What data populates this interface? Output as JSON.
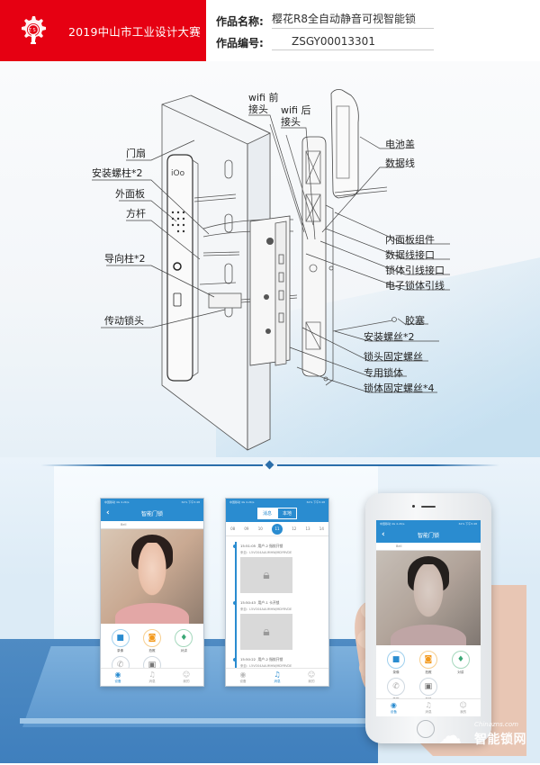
{
  "header": {
    "brand_color": "#e60012",
    "logo_icon": "gear-lightbulb-icon",
    "competition_title": "2019中山市工业设计大赛",
    "work_name_label": "作品名称:",
    "work_name_value": "樱花R8全自动静音可视智能锁",
    "work_id_label": "作品编号:",
    "work_id_value": "ZSGY00013301"
  },
  "diagram": {
    "callouts_left": [
      {
        "id": "door-leaf",
        "label": "门扇"
      },
      {
        "id": "mounting-posts",
        "label": "安装螺柱*2"
      },
      {
        "id": "outer-panel",
        "label": "外面板"
      },
      {
        "id": "square-spindle",
        "label": "方杆"
      },
      {
        "id": "guide-posts",
        "label": "导向柱*2"
      },
      {
        "id": "drive-cylinder",
        "label": "传动锁头"
      }
    ],
    "callouts_top": [
      {
        "id": "wifi-front-connector",
        "label": "wifi 前\n接头"
      },
      {
        "id": "wifi-rear-connector",
        "label": "wifi 后\n接头"
      }
    ],
    "callouts_right": [
      {
        "id": "battery-cover",
        "label": "电池盖"
      },
      {
        "id": "data-cable",
        "label": "数据线"
      },
      {
        "id": "inner-panel-assembly",
        "label": "内面板组件"
      },
      {
        "id": "data-cable-port",
        "label": "数据线接口"
      },
      {
        "id": "lock-body-lead-port",
        "label": "锁体引线接口"
      },
      {
        "id": "electronic-lock-lead",
        "label": "电子锁体引线"
      },
      {
        "id": "rubber-plug",
        "label": "胶塞"
      },
      {
        "id": "mounting-screws",
        "label": "安装螺丝*2"
      },
      {
        "id": "cylinder-fixing-screw",
        "label": "锁头固定螺丝"
      },
      {
        "id": "dedicated-lock-body",
        "label": "专用锁体"
      },
      {
        "id": "lock-body-fixing-screws",
        "label": "锁体固定螺丝*4"
      }
    ]
  },
  "divider": {
    "color": "#2b6eaa"
  },
  "app": {
    "accent": "#2a8cd0",
    "status_left": "中国移动 4G 4.2K/s",
    "status_right": "61% 下午5:48",
    "screen1": {
      "title": "智能门锁",
      "back_icon": "chevron-left-icon",
      "subbar": "Bell",
      "actions": [
        {
          "icon": "video-camera-icon",
          "label": "录像",
          "color": "#2a8cd0"
        },
        {
          "icon": "photo-camera-icon",
          "label": "拍照",
          "color": "#f39a1e"
        },
        {
          "icon": "microphone-icon",
          "label": "对讲",
          "color": "#3aa775"
        },
        {
          "icon": "phone-icon",
          "label": "挂断",
          "color": "#aaaaaa"
        },
        {
          "icon": "padlock-icon",
          "label": "开锁",
          "color": "#777777"
        }
      ],
      "tabs": [
        {
          "icon": "device-icon",
          "label": "设备",
          "active": true
        },
        {
          "icon": "bell-icon",
          "label": "消息",
          "active": false
        },
        {
          "icon": "user-icon",
          "label": "我的",
          "active": false
        }
      ]
    },
    "screen2": {
      "segments": [
        {
          "label": "消息",
          "active": true
        },
        {
          "label": "本地",
          "active": false
        }
      ],
      "dates": [
        "08",
        "09",
        "10",
        "11",
        "12",
        "13",
        "14"
      ],
      "selected_date": "11",
      "events": [
        {
          "time": "15:51:05",
          "desc": "用户-2 指纹开锁",
          "source": "来自：L5VO04AAUMHWJMDYRVDE"
        },
        {
          "time": "15:50:43",
          "desc": "用户-1 卡开锁",
          "source": "来自：L5VO04AAUMHWJMDYRVDE"
        },
        {
          "time": "15:50:22",
          "desc": "用户-2 指纹开锁",
          "source": "来自：L5VO04AAUMHWJMDYRVDE"
        }
      ],
      "tabs": [
        {
          "icon": "device-icon",
          "label": "设备",
          "active": false
        },
        {
          "icon": "bell-icon",
          "label": "消息",
          "active": true
        },
        {
          "icon": "user-icon",
          "label": "我的",
          "active": false
        }
      ]
    }
  },
  "watermark": {
    "url": "Chinazns.com",
    "name": "智能锁网",
    "icon": "cloud-logo-icon"
  }
}
